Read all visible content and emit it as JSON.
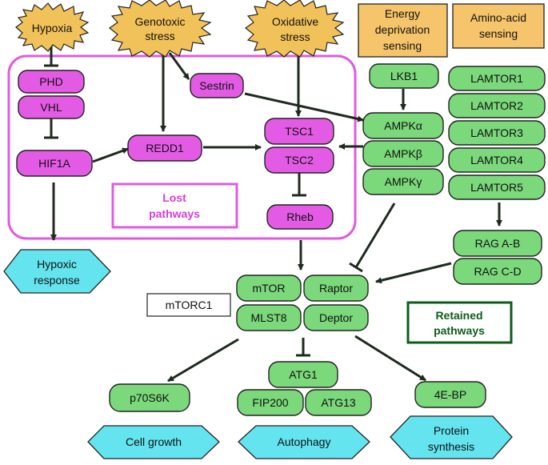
{
  "stressors": {
    "hypoxia": "Hypoxia",
    "genotoxic": [
      "Genotoxic",
      "stress"
    ],
    "oxidative": [
      "Oxidative",
      "stress"
    ]
  },
  "sensing": {
    "energy": [
      "Energy",
      "deprivation",
      "sensing"
    ],
    "amino": [
      "Amino-acid",
      "sensing"
    ]
  },
  "lost_nodes": {
    "phd": "PHD",
    "vhl": "VHL",
    "hif1a": "HIF1A",
    "redd1": "REDD1",
    "sestrin": "Sestrin",
    "tsc1": "TSC1",
    "tsc2": "TSC2",
    "rheb": "Rheb"
  },
  "lost_label": [
    "Lost",
    "pathways"
  ],
  "retained_nodes": {
    "lkb1": "LKB1",
    "ampk_a": "AMPKα",
    "ampk_b": "AMPKβ",
    "ampk_g": "AMPKγ",
    "lamtor": [
      "LAMTOR1",
      "LAMTOR2",
      "LAMTOR3",
      "LAMTOR4",
      "LAMTOR5"
    ],
    "rag_ab": "RAG A-B",
    "rag_cd": "RAG C-D",
    "mtor": "mTOR",
    "raptor": "Raptor",
    "mlst8": "MLST8",
    "deptor": "Deptor",
    "atg1": "ATG1",
    "fip200": "FIP200",
    "atg13": "ATG13",
    "p70s6k": "p70S6K",
    "eif4ebp": "4E-BP"
  },
  "complex_label": "mTORC1",
  "retained_label": [
    "Retained",
    "pathways"
  ],
  "outcomes": {
    "hypoxic": [
      "Hypoxic",
      "response"
    ],
    "growth": "Cell growth",
    "autophagy": "Autophagy",
    "protein": [
      "Protein",
      "synthesis"
    ]
  },
  "colors": {
    "lost_fill": "#e35be5",
    "lost_frame": "#e05be0",
    "retained_fill": "#7bd87b",
    "retained_frame": "#0f5c1a",
    "stress_burst": "#f2c25a",
    "sensing_box": "#f5c46b",
    "outcome_hex": "#63e4ef"
  }
}
